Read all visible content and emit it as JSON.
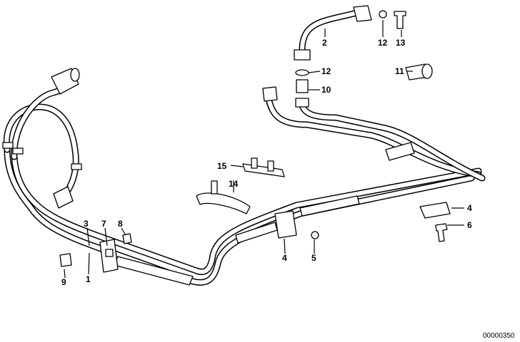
{
  "diagram": {
    "callouts": {
      "c1": "1",
      "c2": "2",
      "c3": "3",
      "c4a": "4",
      "c4b": "4",
      "c5": "5",
      "c6": "6",
      "c7": "7",
      "c8": "8",
      "c9": "9",
      "c10": "10",
      "c11": "11",
      "c12a": "12",
      "c12b": "12",
      "c13": "13",
      "c14": "14",
      "c15": "15"
    },
    "doc_id": "00000350"
  }
}
